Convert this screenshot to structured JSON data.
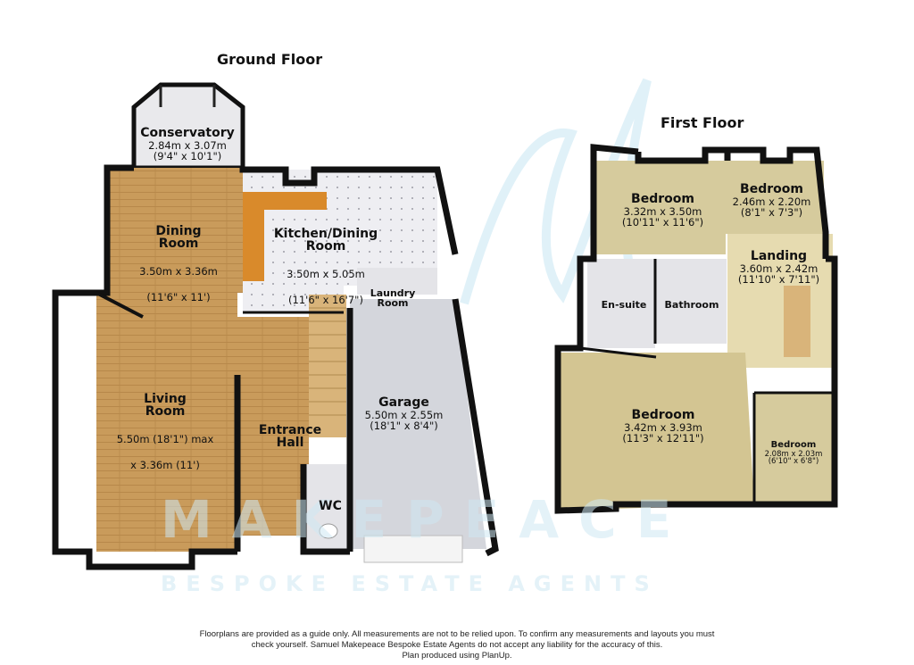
{
  "floors": {
    "ground": {
      "title": "Ground Floor",
      "rooms": {
        "conservatory": {
          "name": "Conservatory",
          "dims": "2.84m x 3.07m",
          "imperial": "(9'4\" x 10'1\")"
        },
        "dining": {
          "name": "Dining\nRoom",
          "dims": "3.50m x 3.36m",
          "imperial": "(11'6\" x 11')"
        },
        "kitchen": {
          "name": "Kitchen/Dining\nRoom",
          "dims": "3.50m x 5.05m",
          "imperial": "(11'6\" x 16'7\")"
        },
        "laundry": {
          "name": "Laundry\nRoom"
        },
        "living": {
          "name": "Living\nRoom",
          "dims": "5.50m (18'1\") max",
          "imperial": "x 3.36m (11')"
        },
        "hall": {
          "name": "Entrance\nHall"
        },
        "garage": {
          "name": "Garage",
          "dims": "5.50m x 2.55m",
          "imperial": "(18'1\" x 8'4\")"
        },
        "wc": {
          "name": "WC"
        }
      }
    },
    "first": {
      "title": "First Floor",
      "rooms": {
        "bedroom1": {
          "name": "Bedroom",
          "dims": "3.32m x 3.50m",
          "imperial": "(10'11\" x 11'6\")"
        },
        "bedroom2": {
          "name": "Bedroom",
          "dims": "2.46m x 2.20m",
          "imperial": "(8'1\" x 7'3\")"
        },
        "landing": {
          "name": "Landing",
          "dims": "3.60m x 2.42m",
          "imperial": "(11'10\" x 7'11\")"
        },
        "ensuite": {
          "name": "En-suite"
        },
        "bathroom": {
          "name": "Bathroom"
        },
        "bedroom3": {
          "name": "Bedroom",
          "dims": "3.42m x 3.93m",
          "imperial": "(11'3\" x 12'11\")"
        },
        "bedroom4": {
          "name": "Bedroom",
          "dims": "2.08m x 2.03m",
          "imperial": "(6'10\" x 6'8\")"
        }
      }
    }
  },
  "watermark": {
    "line1": "MAKEPEACE",
    "line2": "BESPOKE ESTATE AGENTS",
    "color": "#cfe8f3"
  },
  "disclaimer": [
    "Floorplans are provided as a guide only.  All measurements are not to be relied upon. To confirm any measurements and layouts you must",
    "check yourself.  Samuel Makepeace Bespoke Estate Agents do not accept any liability for the accuracy of this.",
    "Plan produced using PlanUp."
  ],
  "colors": {
    "wall": "#111111",
    "wood": "#c9a062",
    "carpet": "#d8cb9e",
    "tile": "#e6e6ea",
    "garage_floor": "#d7d9de"
  }
}
